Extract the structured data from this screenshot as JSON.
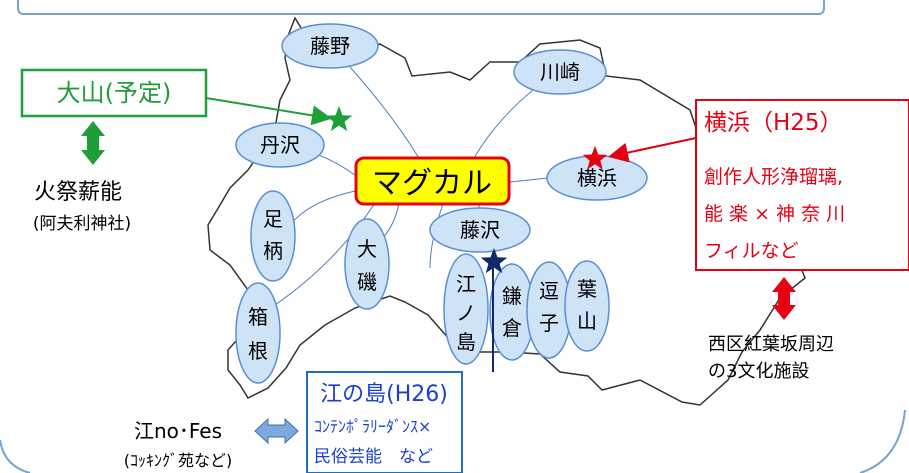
{
  "regions": {
    "fujino": "藤野",
    "kawasaki": "川崎",
    "tanzawa": "丹沢",
    "yokohama": "横浜",
    "ashigara": [
      "足",
      "柄"
    ],
    "oiso": [
      "大",
      "磯"
    ],
    "fujisawa": "藤沢",
    "enoshima": [
      "江",
      "ノ",
      "島"
    ],
    "kamakura": [
      "鎌",
      "倉"
    ],
    "zushi": [
      "逗",
      "子"
    ],
    "hayama": [
      "葉",
      "山"
    ],
    "hakone": [
      "箱",
      "根"
    ]
  },
  "center": {
    "label": "マグカル"
  },
  "oyama": {
    "title": "大山(予定)",
    "event_main": "火祭薪能",
    "event_sub": "(阿夫利神社)"
  },
  "yokohama_box": {
    "title": "横浜（H25）",
    "lines": [
      "創作人形浄瑠璃,",
      "能 楽 × 神 奈 川",
      "フィルなど"
    ],
    "below_lines": [
      "西区紅葉坂周辺",
      "の3文化施設"
    ]
  },
  "enoshima_box": {
    "title": "江の島(H26)",
    "lines": [
      "ｺﾝﾃﾝﾎﾟﾗﾘｰﾀﾞﾝｽ×",
      "民俗芸能　など"
    ],
    "left_main": "江no･Fes",
    "left_sub": "(ｺｯｷﾝｸﾞ苑など)"
  },
  "colors": {
    "ellipse_fill": "#cfe3f7",
    "ellipse_stroke": "#5b8fd1",
    "center_fill": "#ffff00",
    "center_stroke": "#e60012",
    "green": "#1f9e3a",
    "red": "#e60012",
    "navy": "#0f2a6b",
    "blue_box": "#1d6fc1",
    "blue_text": "#1a3fd0"
  }
}
